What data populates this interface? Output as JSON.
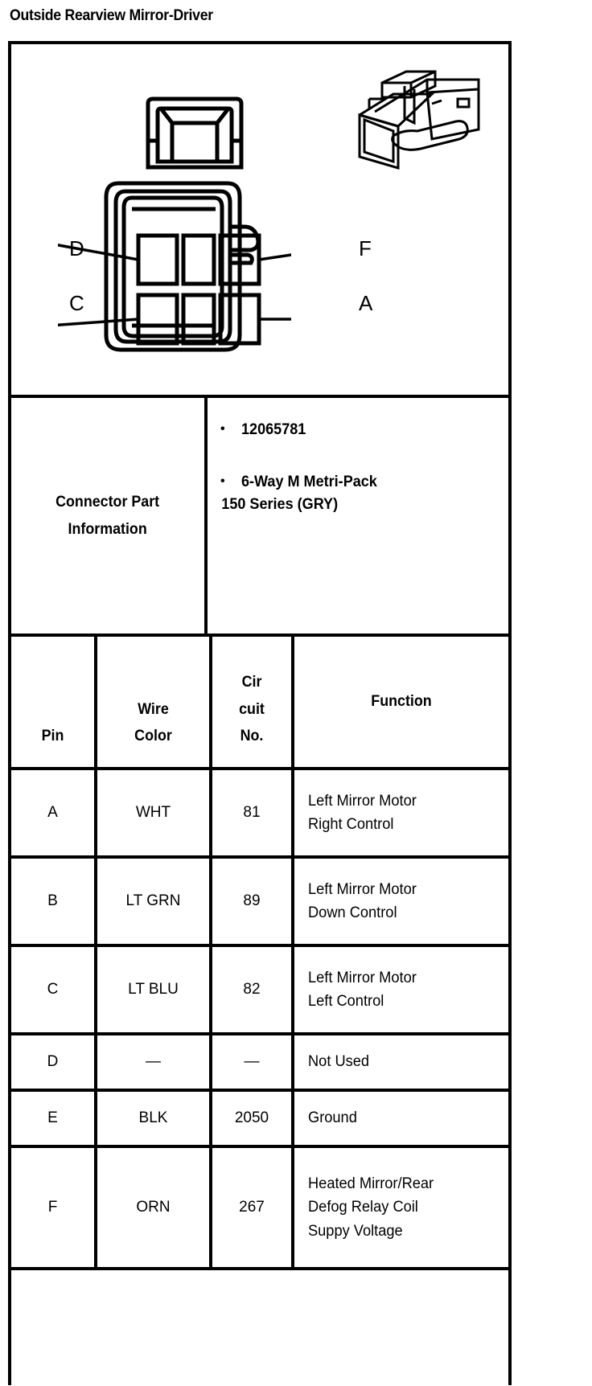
{
  "document": {
    "title": "Outside Rearview Mirror-Driver"
  },
  "diagram": {
    "callouts": [
      {
        "id": "D",
        "label": "D",
        "position": "top-left"
      },
      {
        "id": "F",
        "label": "F",
        "position": "top-right"
      },
      {
        "id": "C",
        "label": "C",
        "position": "bottom-left"
      },
      {
        "id": "A",
        "label": "A",
        "position": "bottom-right"
      }
    ],
    "face_view_name": "connector-face-view",
    "iso_view_name": "connector-isometric-view",
    "cavity_count": 6
  },
  "connector_part_information": {
    "label_line1": "Connector Part",
    "label_line2": "Information",
    "bullet_char": "•",
    "items": [
      {
        "line1": "12065781",
        "line2": ""
      },
      {
        "line1": "6-Way M Metri-Pack",
        "line2": "150 Series (GRY)"
      }
    ]
  },
  "pin_table": {
    "headers": {
      "pin": "Pin",
      "wire_line1": "Wire",
      "wire_line2": "Color",
      "circuit_line1": "Cir",
      "circuit_line2": "cuit",
      "circuit_line3": "No.",
      "function": "Function"
    },
    "rows": [
      {
        "pin": "A",
        "wire_color": "WHT",
        "circuit_no": "81",
        "function_line1": "Left Mirror Motor",
        "function_line2": "Right Control",
        "function_line3": ""
      },
      {
        "pin": "B",
        "wire_color": "LT GRN",
        "circuit_no": "89",
        "function_line1": "Left Mirror Motor",
        "function_line2": "Down Control",
        "function_line3": ""
      },
      {
        "pin": "C",
        "wire_color": "LT BLU",
        "circuit_no": "82",
        "function_line1": "Left Mirror Motor",
        "function_line2": "Left Control",
        "function_line3": ""
      },
      {
        "pin": "D",
        "wire_color": "—",
        "circuit_no": "—",
        "function_line1": "Not Used",
        "function_line2": "",
        "function_line3": ""
      },
      {
        "pin": "E",
        "wire_color": "BLK",
        "circuit_no": "2050",
        "function_line1": "Ground",
        "function_line2": "",
        "function_line3": ""
      },
      {
        "pin": "F",
        "wire_color": "ORN",
        "circuit_no": "267",
        "function_line1": "Heated Mirror/Rear",
        "function_line2": "Defog Relay Coil",
        "function_line3": "Suppy Voltage"
      }
    ]
  },
  "colors": {
    "ink": "#000000",
    "paper": "#ffffff"
  }
}
